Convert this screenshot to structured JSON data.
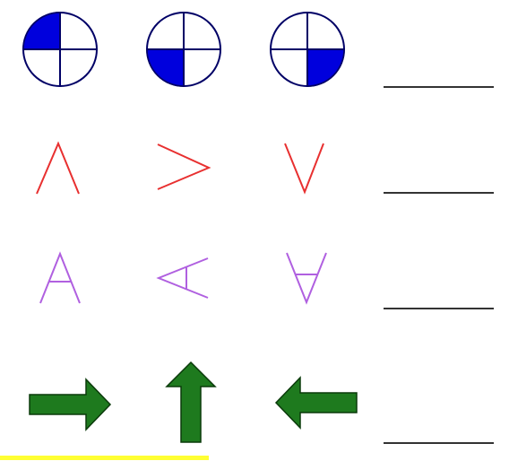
{
  "puzzle": {
    "rows": [
      {
        "name": "circle-quadrants",
        "items": [
          {
            "icon": "circle-quadrant-icon",
            "filled_quadrant": "top-left"
          },
          {
            "icon": "circle-quadrant-icon",
            "filled_quadrant": "bottom-left"
          },
          {
            "icon": "circle-quadrant-icon",
            "filled_quadrant": "bottom-right"
          }
        ],
        "fill_color": "#0000dd",
        "stroke_color": "#000066"
      },
      {
        "name": "chevrons",
        "items": [
          {
            "icon": "chevron-up-icon",
            "direction": "up"
          },
          {
            "icon": "chevron-right-icon",
            "direction": "right"
          },
          {
            "icon": "chevron-down-icon",
            "direction": "down"
          }
        ],
        "stroke_color": "#e83030"
      },
      {
        "name": "letter-a",
        "items": [
          {
            "icon": "letter-a-icon",
            "rotation": 0
          },
          {
            "icon": "letter-a-rotated-icon",
            "rotation": -90
          },
          {
            "icon": "letter-a-inverted-icon",
            "rotation": 180
          }
        ],
        "stroke_color": "#b060e0"
      },
      {
        "name": "arrows",
        "items": [
          {
            "icon": "arrow-right-icon",
            "direction": "right"
          },
          {
            "icon": "arrow-up-icon",
            "direction": "up"
          },
          {
            "icon": "arrow-left-icon",
            "direction": "left"
          }
        ],
        "fill_color": "#1e7a1e",
        "stroke_color": "#0a3a0a"
      }
    ],
    "answer_line_color": "#333333",
    "highlight_color": "#ffff33"
  }
}
